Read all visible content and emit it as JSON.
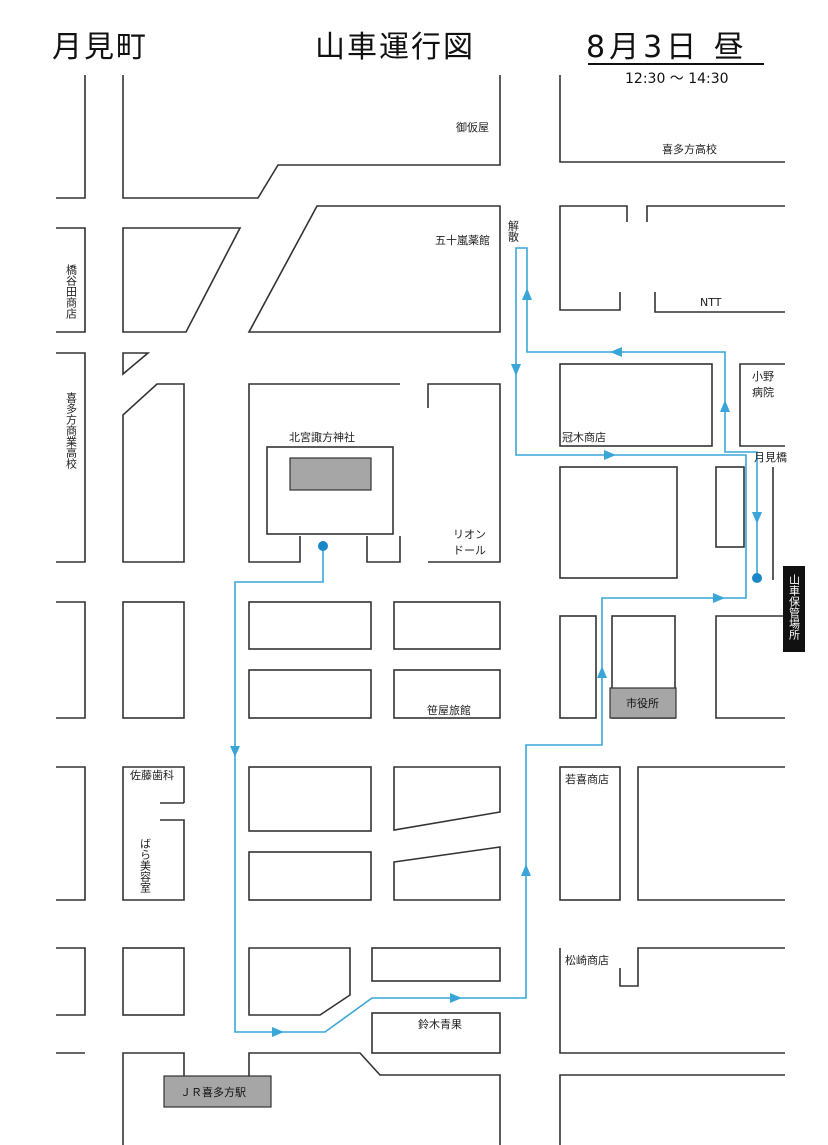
{
  "header": {
    "town": "月見町",
    "title": "山車運行図",
    "date": "8月3日 昼",
    "time": "12:30 ～ 14:30"
  },
  "labels": {
    "gokariya": "御仮屋",
    "kitakata_high": "喜多方高校",
    "kaisan": "解散",
    "igarashi": "五十嵐薬館",
    "ntt": "NTT",
    "hashiyada": "橋谷田商店",
    "kitakata_commercial": "喜多方商業高校",
    "shrine": "北宮諏方神社",
    "rion": "リオンドール",
    "kanmuri": "冠木商店",
    "ono": "小野病院",
    "tsukimibashi": "月見橋",
    "storage": "山車保管場所",
    "sasaya": "笹屋旅館",
    "city_hall": "市役所",
    "sato": "佐藤歯科",
    "bara": "ばら美容室",
    "wakaki": "若喜商店",
    "matsuzaki": "松崎商店",
    "suzuki": "鈴木青果",
    "station": "ＪＲ喜多方駅"
  },
  "colors": {
    "route": "#3aa6d8",
    "building_fill": "#a6a6a6",
    "outline": "#333333"
  },
  "icons": {
    "route_start": "start-dot-icon",
    "route_arrow": "route-arrow-icon"
  }
}
